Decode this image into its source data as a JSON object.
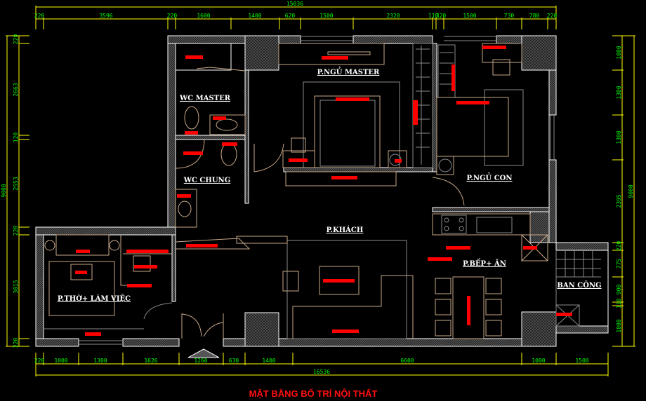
{
  "title": "MẶT BẰNG BỐ TRÍ NỘI THẤT",
  "rooms": {
    "wc_master": "WC MASTER",
    "master_bedroom": "P.NGỦ MASTER",
    "wc_common": "WC CHUNG",
    "child_bedroom": "P.NGỦ CON",
    "living": "P.KHÁCH",
    "worship_study": "P.THỜ+ LÀM VIỆC",
    "kitchen_dining": "P.BẾP+ ĂN",
    "balcony": "BAN CÔNG"
  },
  "dimensions": {
    "top_total": "15036",
    "top": [
      "220",
      "3596",
      "220",
      "1600",
      "1400",
      "620",
      "1500",
      "2320",
      "110",
      "320",
      "1500",
      "730",
      "780",
      "220"
    ],
    "bottom_total": "16536",
    "bottom": [
      "220",
      "1000",
      "1300",
      "1626",
      "1260",
      "630",
      "1400",
      "6600",
      "1000",
      "1500"
    ],
    "left_total": "9000",
    "left": [
      "220",
      "2663",
      "120",
      "2553",
      "220",
      "3015",
      "220"
    ],
    "right_total": "9000",
    "right": [
      "1000",
      "1300",
      "1300",
      "2395",
      "220",
      "775",
      "900",
      "110",
      "1000"
    ]
  },
  "colors": {
    "dimension_line": "#ffff00",
    "dimension_text": "#00ff00",
    "tag": "#ff0000",
    "furniture": "#c8a888",
    "title": "#ff1010"
  }
}
